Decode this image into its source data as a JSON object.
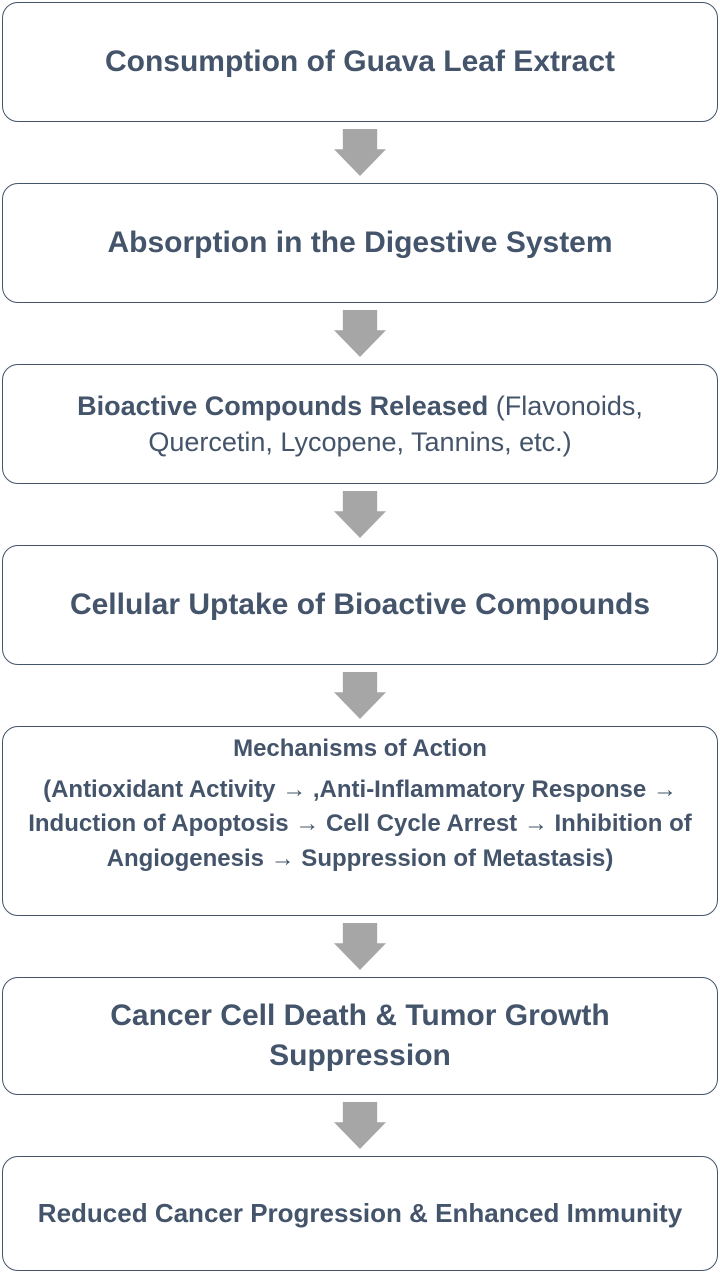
{
  "colors": {
    "text": "#44546A",
    "box_border": "#44546A",
    "box_background": "#FFFFFF",
    "arrow": "#A6A6A6",
    "page_background": "#FFFFFF"
  },
  "flowchart": {
    "steps": [
      {
        "id": "consumption",
        "text": "Consumption of Guava Leaf Extract"
      },
      {
        "id": "absorption",
        "text": "Absorption in the Digestive System"
      },
      {
        "id": "bioactive-release",
        "text_bold": "Bioactive Compounds Released",
        "text_regular": " (Flavonoids, Quercetin, Lycopene, Tannins, etc.)"
      },
      {
        "id": "cellular-uptake",
        "text": "Cellular Uptake of Bioactive Compounds"
      },
      {
        "id": "mechanisms",
        "heading": "Mechanisms of Action",
        "detail": "(Antioxidant Activity → ,Anti-Inflammatory Response → Induction of Apoptosis → Cell Cycle Arrest → Inhibition of Angiogenesis → Suppression of Metastasis)"
      },
      {
        "id": "cancer-death",
        "text": "Cancer Cell Death & Tumor Growth Suppression"
      },
      {
        "id": "outcome",
        "text": "Reduced Cancer Progression & Enhanced Immunity"
      }
    ],
    "connector": "down-arrow"
  }
}
